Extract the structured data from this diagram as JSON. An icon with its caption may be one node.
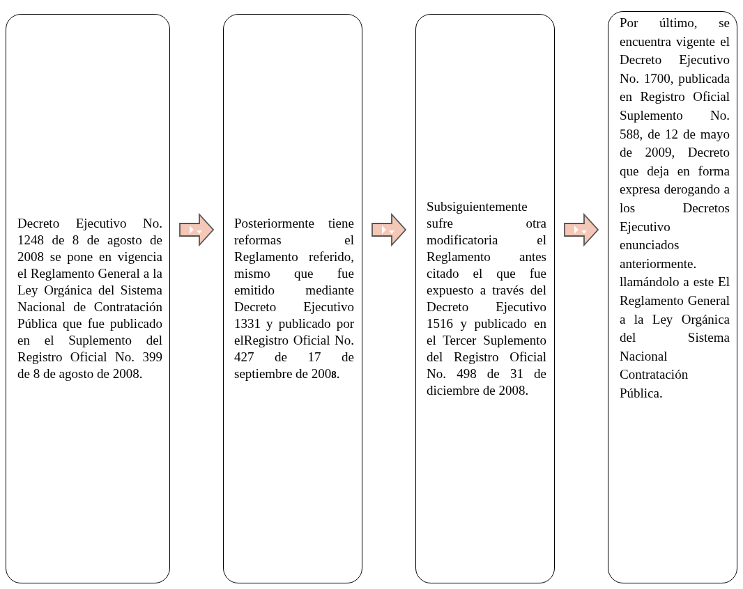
{
  "diagram": {
    "nodes": [
      {
        "text": [
          "Decreto Ejecutivo No. 1248 de 8 de agosto de 2008 se pone en vigencia el Reglamento General a la Ley Orgánica del Sistema Nacional de Contratación Pública que fue publicado en el Suplemento del Registro Oficial No. 399 de 8 de agosto de 2008."
        ]
      },
      {
        "text": [
          "Posteriormente tiene reformas el Reglamento referido, mismo que fue emitido mediante Decreto Ejecutivo 1331 y publicado por elRegistro Oficial No. 427 de 17 de septiembre de 200**8**."
        ]
      },
      {
        "text": [
          "Subsiguientemente sufre otra modificatoria el Reglamento antes citado el que fue expuesto a través del Decreto Ejecutivo 1516 y publicado en el Tercer Suplemento del Registro Oficial No. 498 de 31 de diciembre de 2008."
        ]
      },
      {
        "text": [
          "Por último, se encuentra vigente el Decreto Ejecutivo No. 1700, publicada en Registro Oficial Suplemento No. 588, de 12 de mayo de 2009, Decreto que deja en forma expresa derogando a los Decretos Ejecutivo enunciados anteriormente. llamándolo a este El Reglamento General a la Ley Orgánica del Sistema Nacional Contratación Pública."
        ]
      }
    ],
    "edges": [
      {
        "from": 0,
        "to": 1,
        "arrow": "to"
      },
      {
        "from": 1,
        "to": 2,
        "arrow": "to"
      },
      {
        "from": 2,
        "to": 3,
        "arrow": "to"
      }
    ]
  }
}
